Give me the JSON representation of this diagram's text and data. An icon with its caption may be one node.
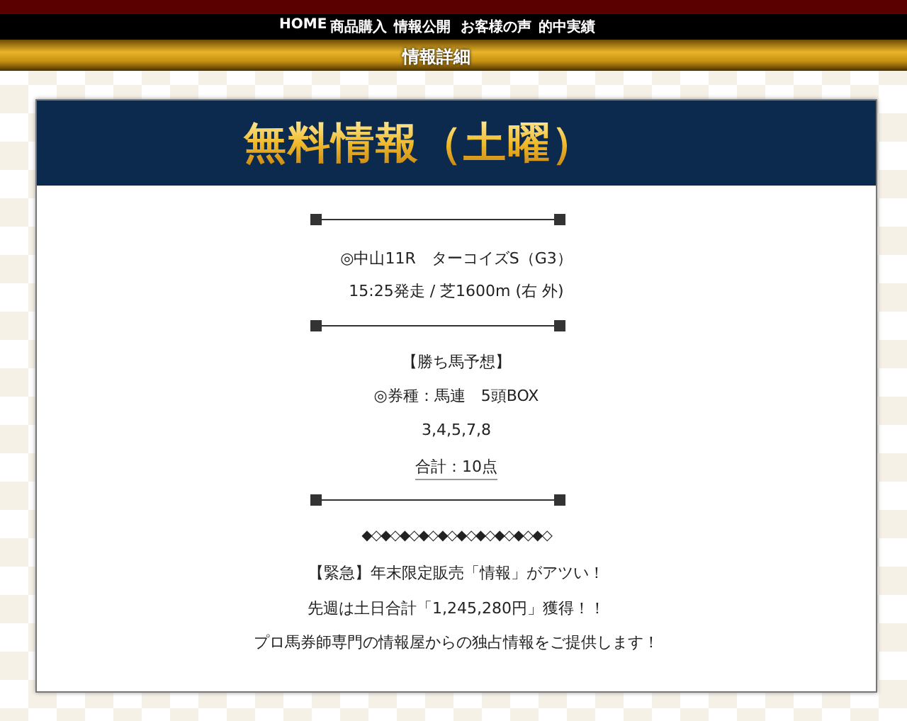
{
  "diagram": {
    "nodes": [
      {
        "text": [
          "無料情報（土曜）"
        ]
      }
    ],
    "labels": [
      "HOME",
      "商品購入",
      "情報公開",
      "お客様の声",
      "的中実績",
      "情報詳細",
      "◎中山11R　ターコイズS（G3）",
      "15:25発走 / 芝1600m (右 外)",
      "【勝ち馬予想】",
      "◎券種：馬連　5頭BOX",
      "3,4,5,7,8",
      "合計：10点",
      "◆◇◆◇◆◇◆◇◆◇◆◇◆◇◆◇◆◇◆◇",
      "【緊急】年末限定販売「情報」がアツい！",
      "先週は土日合計「1,245,280円」獲得！！",
      "プロ馬券師専門の情報屋からの独占情報をご提供します！"
    ]
  }
}
